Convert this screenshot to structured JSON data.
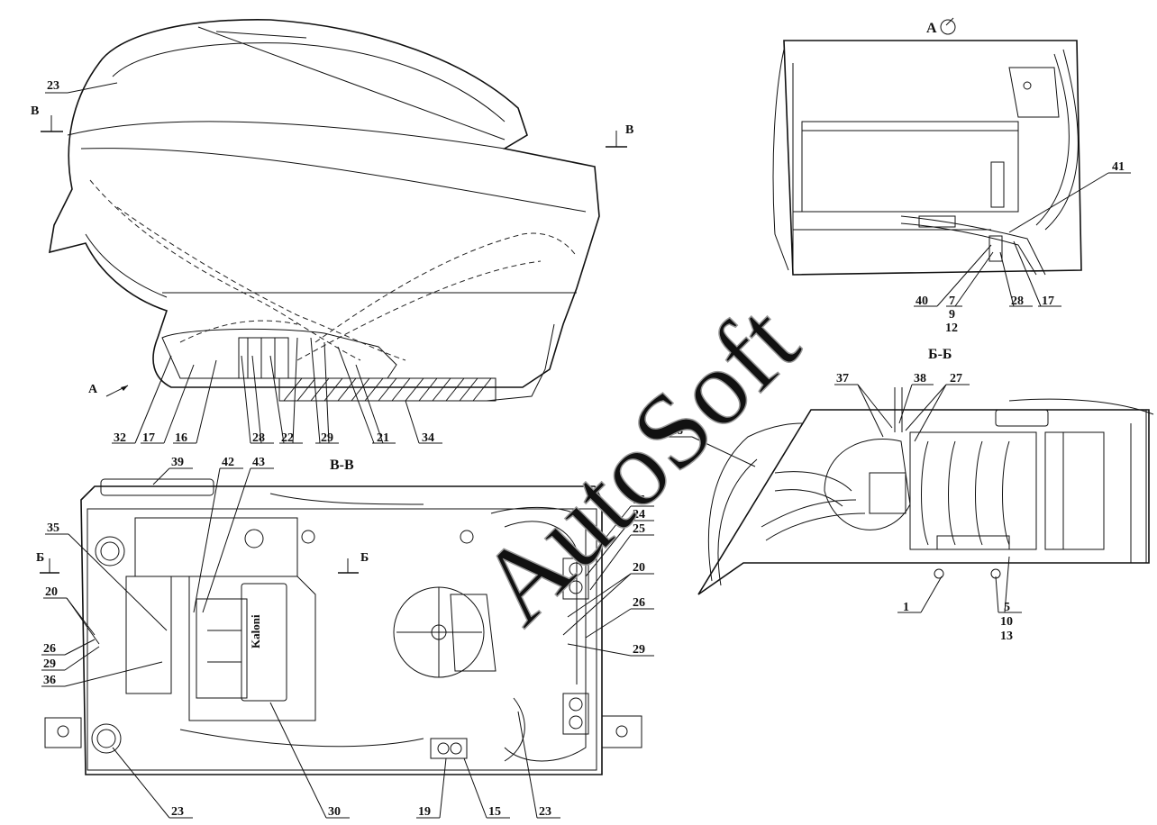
{
  "watermark": "AutoSoft",
  "views": {
    "side": {
      "arrow_label": "А"
    },
    "a": {
      "title": "А",
      "leaders": [
        "41",
        "40",
        "7",
        "9",
        "12",
        "28",
        "17"
      ]
    },
    "bb": {
      "title": "Б-Б",
      "leaders": [
        "37",
        "38",
        "27",
        "28",
        "1",
        "5",
        "10",
        "13"
      ]
    },
    "vv": {
      "title": "В-В"
    }
  },
  "section_marks": {
    "v": "В",
    "b": "Б"
  },
  "side_leaders": [
    "23",
    "32",
    "17",
    "16",
    "28",
    "22",
    "29",
    "21",
    "34"
  ],
  "plan_leaders": [
    "39",
    "42",
    "43",
    "35",
    "20",
    "26",
    "29",
    "36",
    "23",
    "30",
    "19",
    "15",
    "23",
    "15",
    "24",
    "25",
    "20",
    "26",
    "29"
  ],
  "logo": "Kaloni"
}
